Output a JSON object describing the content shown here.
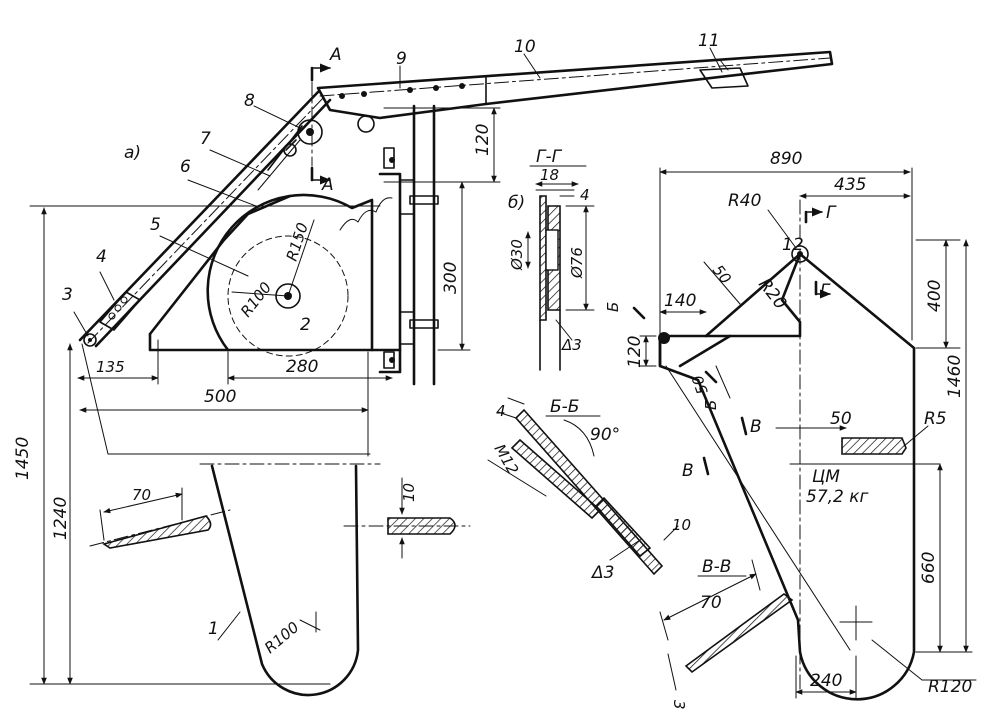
{
  "view_a": {
    "label": "а)",
    "parts": [
      "1",
      "2",
      "3",
      "4",
      "5",
      "6",
      "7",
      "8",
      "9",
      "10",
      "11"
    ],
    "section_marks": [
      "А",
      "А"
    ],
    "dims": {
      "d1450": "1450",
      "d1240": "1240",
      "d135": "135",
      "d500": "500",
      "d280": "280",
      "d300": "300",
      "d120": "120",
      "r150": "R150",
      "r100a": "R100",
      "r100b": "R100",
      "d70": "70",
      "d10": "10"
    }
  },
  "view_b": {
    "label": "б)",
    "section_gg": {
      "title": "Г-Г",
      "d18": "18",
      "d4": "4",
      "d30": "Ø30",
      "d76": "Ø76",
      "d3": "Δ3"
    },
    "section_bb": {
      "title": "Б-Б",
      "d4": "4",
      "m12": "М12",
      "angle": "90°",
      "d3": "Δ3",
      "d10": "10"
    },
    "section_vv": {
      "title": "В-В",
      "d70": "70",
      "d3": "3"
    },
    "dims": {
      "d890": "890",
      "d435": "435",
      "r40": "R40",
      "part12": "12",
      "r20": "R20",
      "d50a": "50",
      "d140": "140",
      "d120": "120",
      "d50b": "50",
      "d400": "400",
      "d1460": "1460",
      "r5": "R5",
      "cm": "ЦМ",
      "mass": "57,2 кг",
      "d660": "660",
      "d240": "240",
      "r120": "R120"
    },
    "section_marks": [
      "Г",
      "Г",
      "Б",
      "Б",
      "В",
      "В"
    ]
  }
}
